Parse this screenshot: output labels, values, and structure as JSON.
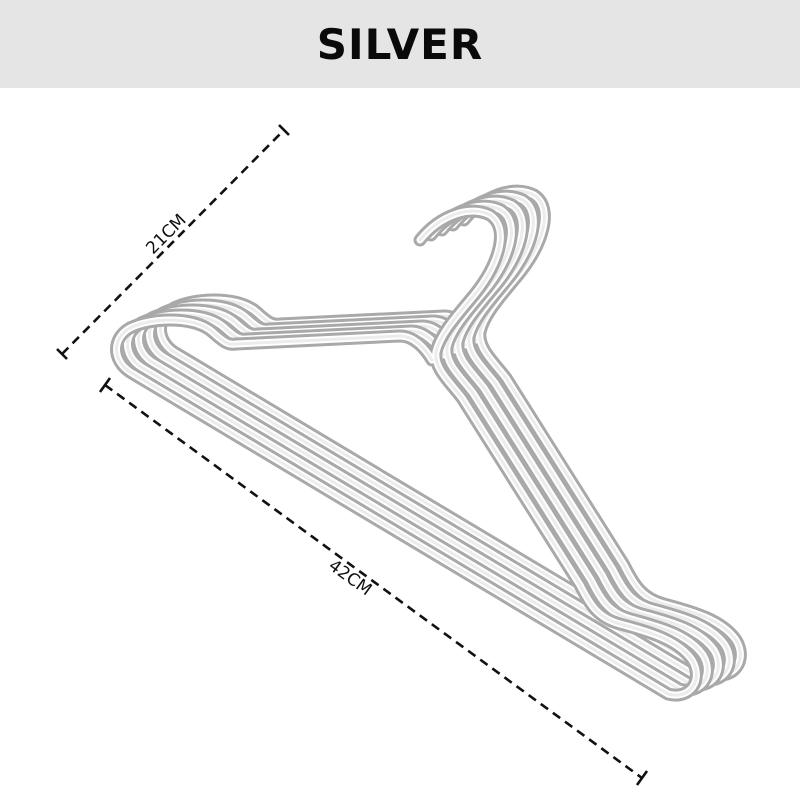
{
  "banner": {
    "title": "SILVER"
  },
  "product": {
    "color_name": "SILVER",
    "hanger_color": "#c9c9c9",
    "hanger_edge_color": "#a9a9a9",
    "count_shown": 5
  },
  "dimensions": {
    "width_label": "42CM",
    "height_label": "21CM"
  }
}
